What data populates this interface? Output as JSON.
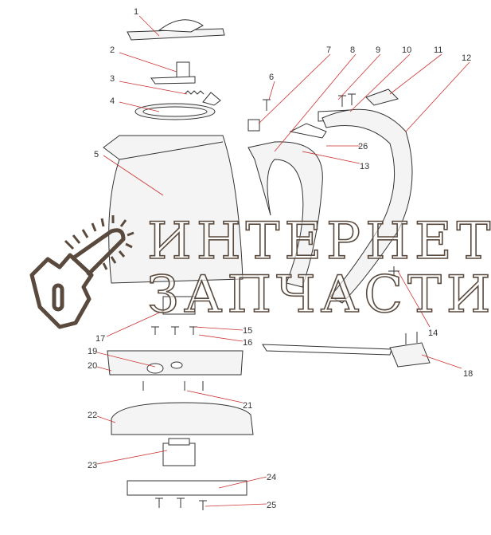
{
  "labels": [
    "1",
    "2",
    "3",
    "4",
    "5",
    "6",
    "7",
    "8",
    "9",
    "10",
    "11",
    "12",
    "13",
    "14",
    "15",
    "16",
    "17",
    "18",
    "19",
    "20",
    "21",
    "22",
    "23",
    "24",
    "25",
    "26"
  ],
  "watermark": {
    "line1": "ИНТЕРНЕТ-",
    "line2": "ЗАПЧАСТИ",
    "color": "#5a4a3e"
  }
}
